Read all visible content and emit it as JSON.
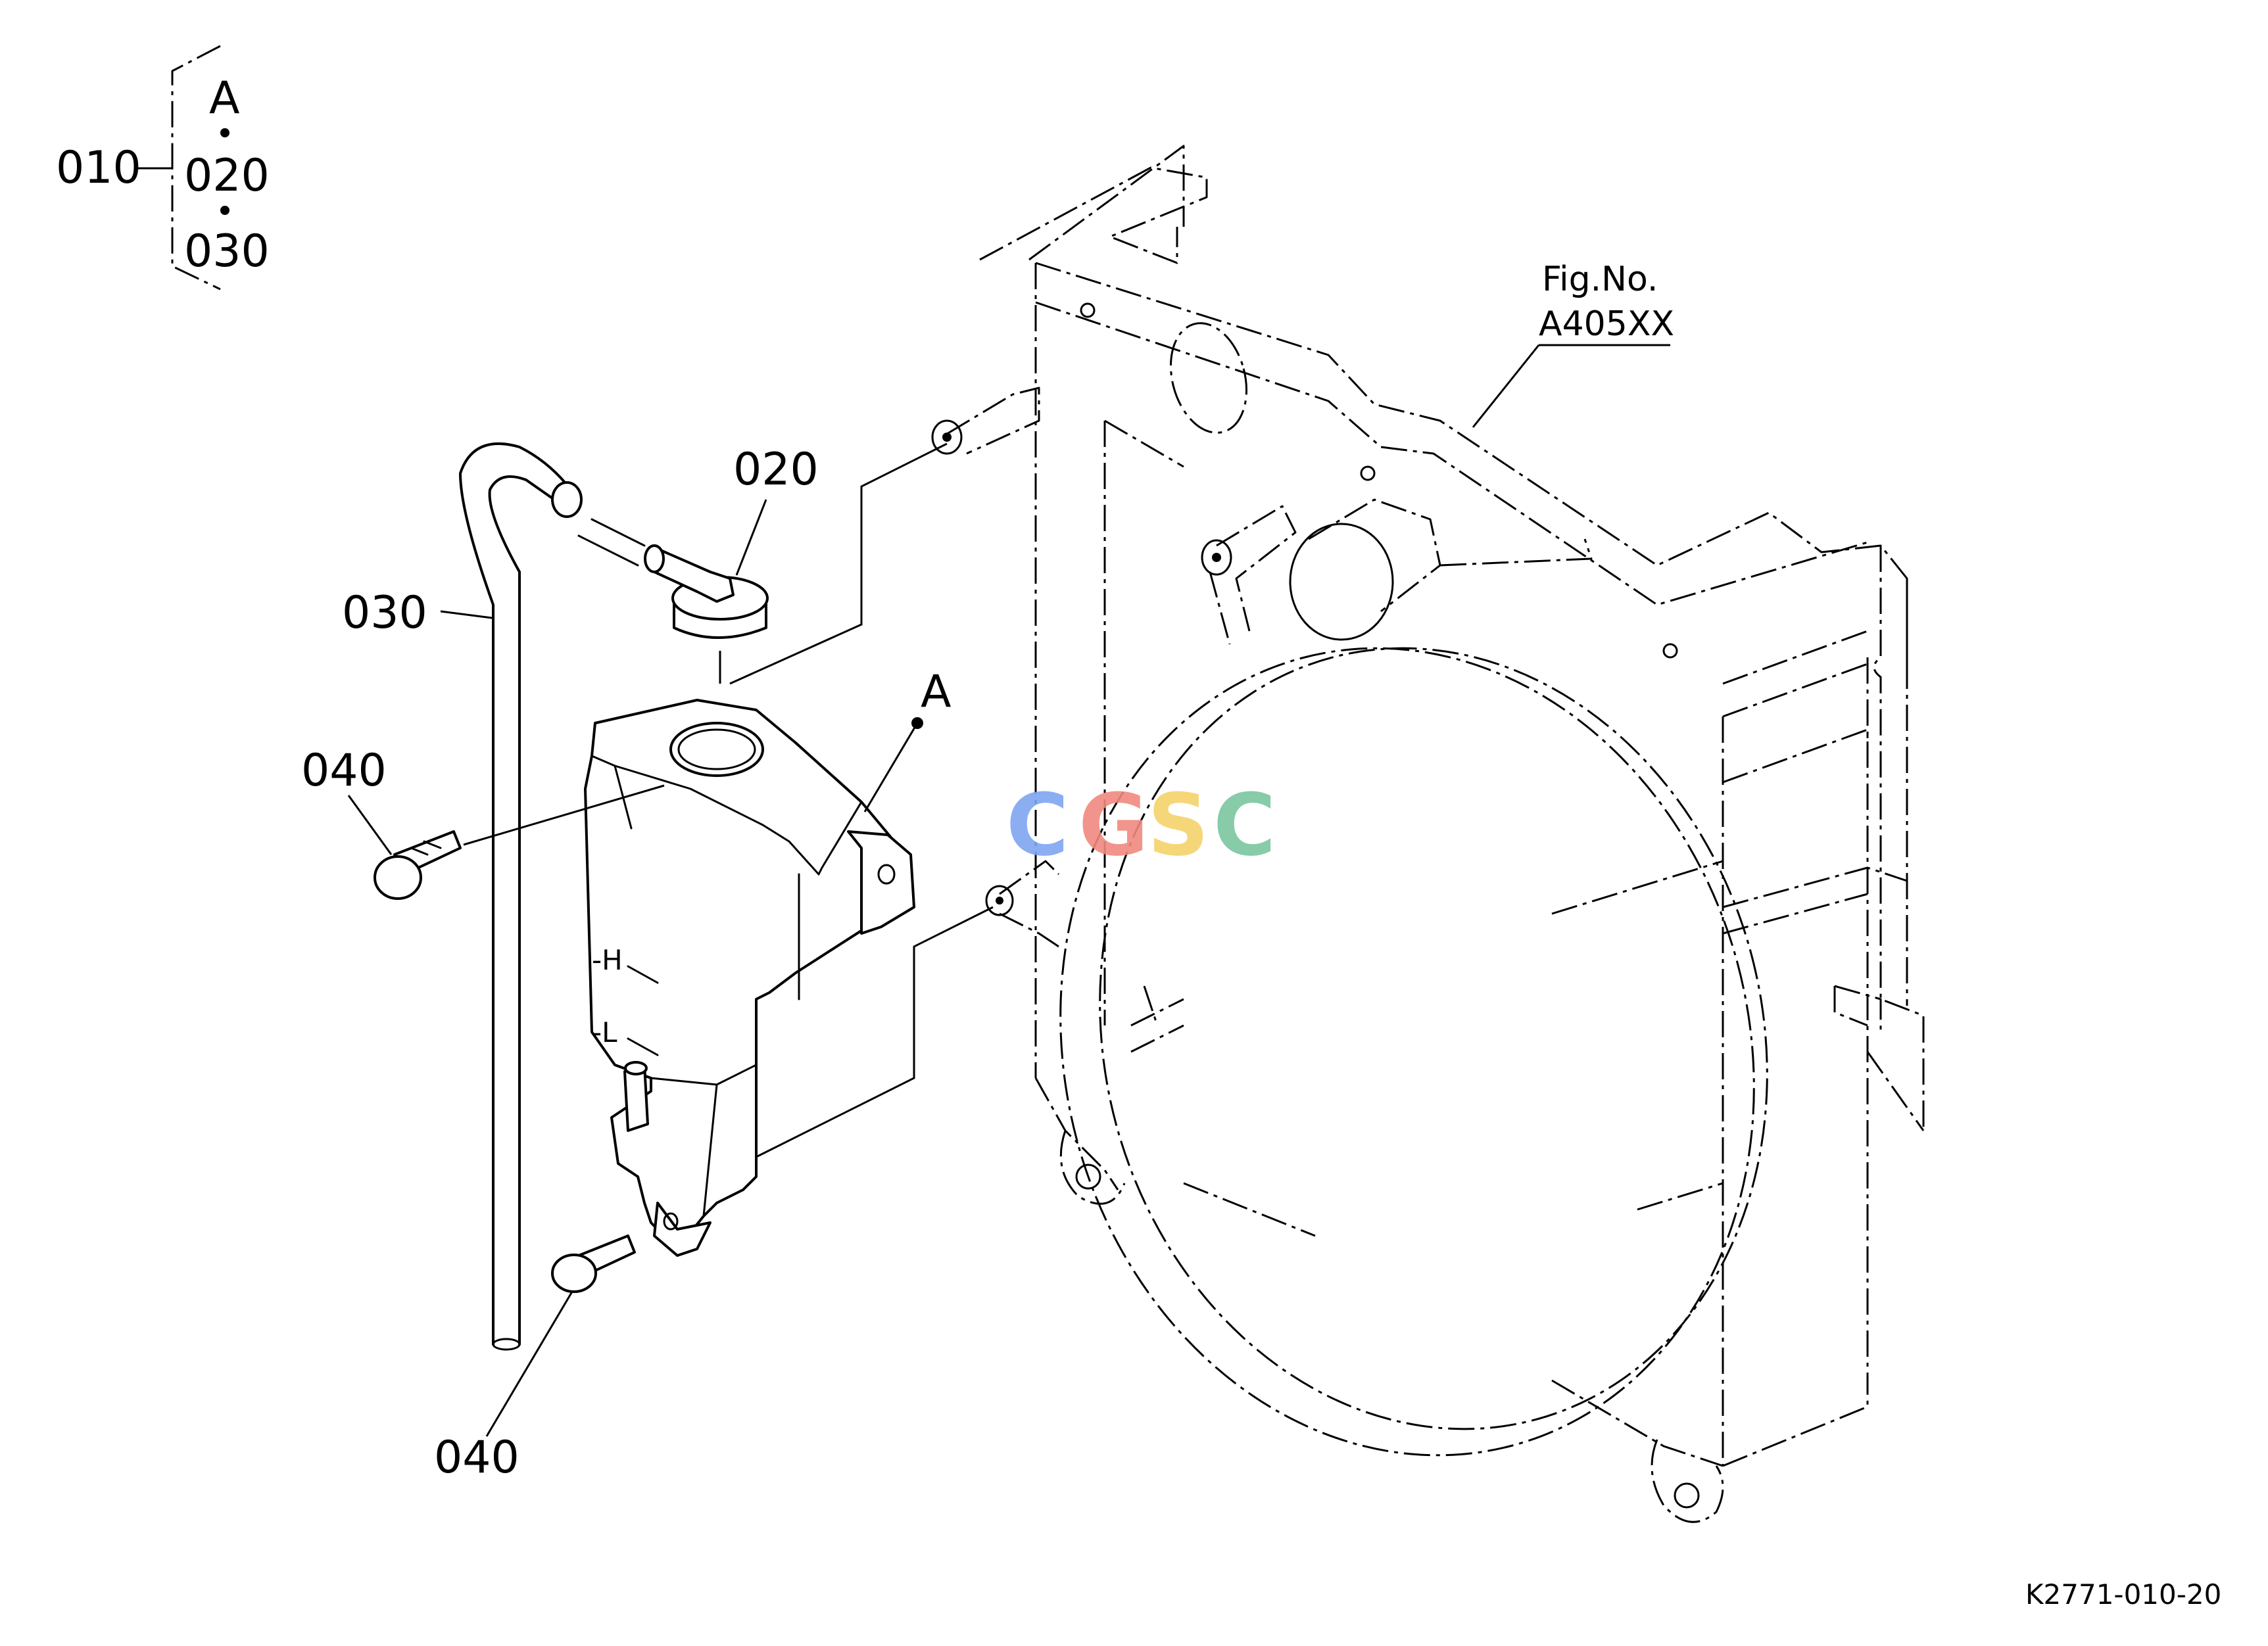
{
  "callouts": {
    "assembly": "010",
    "letter_a": "A",
    "sub_020": "020",
    "sub_030": "030",
    "cap": "020",
    "hose": "030",
    "bolt_upper": "040",
    "bolt_lower": "040",
    "tank": "A"
  },
  "fig_ref": {
    "line1": "Fig.No.",
    "line2": "A405XX"
  },
  "drawing_code": "K2771-010-20",
  "watermark": {
    "letters": [
      "C",
      "G",
      "S",
      "C"
    ],
    "colors": [
      "#7ea6f0",
      "#f08a80",
      "#f5d36b",
      "#7cc6a0"
    ]
  }
}
